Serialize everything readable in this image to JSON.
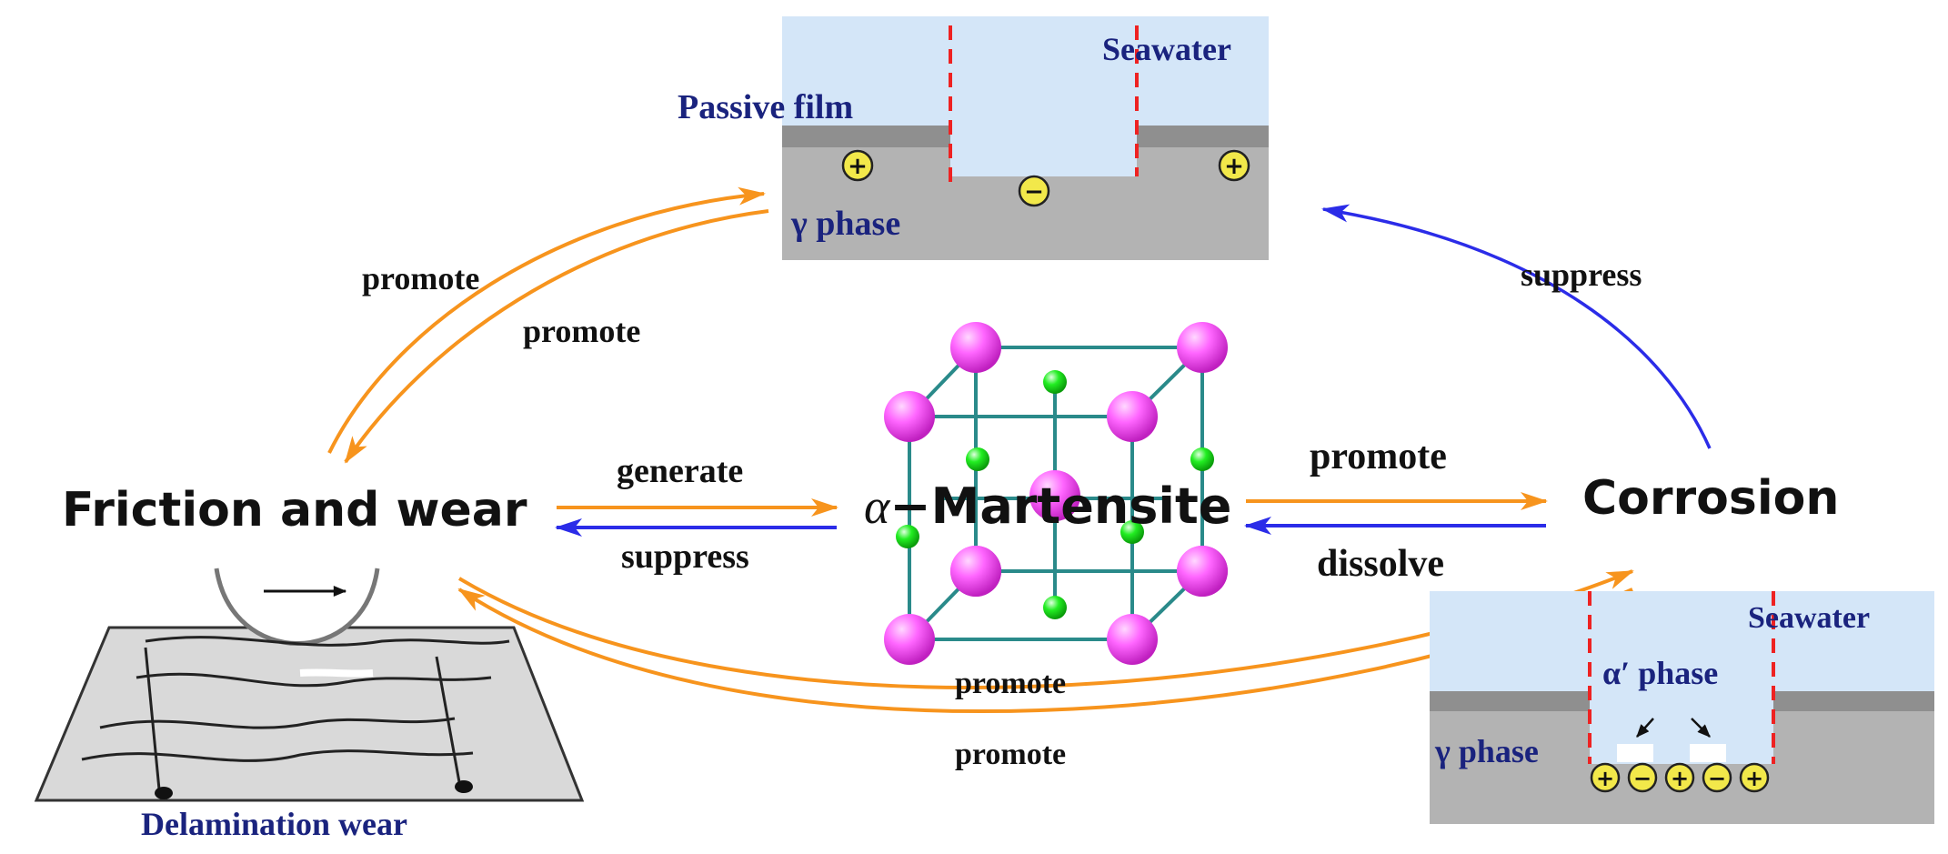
{
  "labels": {
    "friction_and_wear": "Friction and wear",
    "martensite_alpha": "α",
    "martensite_rest": "−Martensite",
    "corrosion": "Corrosion",
    "generate": "generate",
    "suppress_left": "suppress",
    "promote_right": "promote",
    "dissolve": "dissolve",
    "suppress_top": "suppress",
    "promote_tl_outer": "promote",
    "promote_tl_inner": "promote",
    "promote_bottom_inner": "promote",
    "promote_bottom_outer": "promote",
    "delamination_wear": "Delamination wear"
  },
  "top_panel": {
    "seawater": "Seawater",
    "passive_film": "Passive film",
    "gamma_phase": "γ phase",
    "charge_plus": "+",
    "charge_minus": "−"
  },
  "bottom_panel": {
    "seawater": "Seawater",
    "alpha_prime_phase": "α′ phase",
    "gamma_phase": "γ phase",
    "charges": [
      "+",
      "−",
      "+",
      "−",
      "+"
    ]
  },
  "colors": {
    "orange_arrow": "#f7941d",
    "blue_arrow": "#2b2ce8",
    "seawater": "#d4e6f8",
    "metal": "#b3b3b3",
    "film": "#8f8f8f",
    "dashed_red": "#ee2222",
    "charge_fill": "#f2e84a",
    "navy_text": "#1a237e",
    "atom_large": "#ee55ee",
    "atom_small": "#22dd22",
    "lattice": "#2a8a8a"
  }
}
